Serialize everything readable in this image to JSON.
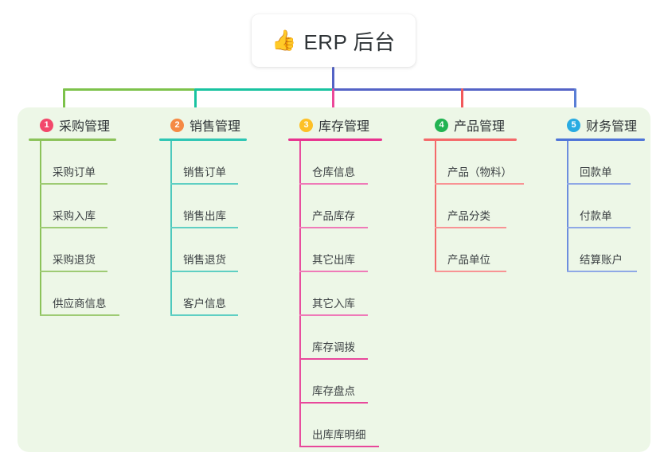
{
  "root": {
    "icon": "thumbs-up-icon",
    "emoji": "👍",
    "title": "ERP 后台"
  },
  "colors": {
    "panel_bg": "#edf7e7",
    "page_bg": "#ffffff",
    "text": "#2f3437",
    "connector_green": "#7dc24b",
    "connector_teal": "#18c3a0",
    "connector_blue": "#5463c6",
    "drop_green": "#7dc24b",
    "drop_teal": "#18c3a0",
    "drop_pink": "#ec4899",
    "drop_red": "#f2595b",
    "drop_blue": "#5a7fd6"
  },
  "columns": [
    {
      "index": "1",
      "title": "采购管理",
      "badge_color": "#f2486b",
      "line_color": "#8cc35a",
      "items": [
        "采购订单",
        "采购入库",
        "采购退货",
        "供应商信息"
      ]
    },
    {
      "index": "2",
      "title": "销售管理",
      "badge_color": "#f58a45",
      "line_color": "#4ec9bd",
      "items": [
        "销售订单",
        "销售出库",
        "销售退货",
        "客户信息"
      ]
    },
    {
      "index": "3",
      "title": "库存管理",
      "badge_color": "#fdc027",
      "line_color": "#e84d9e",
      "items": [
        "仓库信息",
        "产品库存",
        "其它出库",
        "其它入库",
        "库存调拨",
        "库存盘点",
        "出库库明细"
      ]
    },
    {
      "index": "4",
      "title": "产品管理",
      "badge_color": "#22b352",
      "line_color": "#f4696a",
      "items": [
        "产品（物料）",
        "产品分类",
        "产品单位"
      ]
    },
    {
      "index": "5",
      "title": "财务管理",
      "badge_color": "#29abe2",
      "line_color": "#6d8ede",
      "items": [
        "回款单",
        "付款单",
        "结算账户"
      ]
    }
  ]
}
